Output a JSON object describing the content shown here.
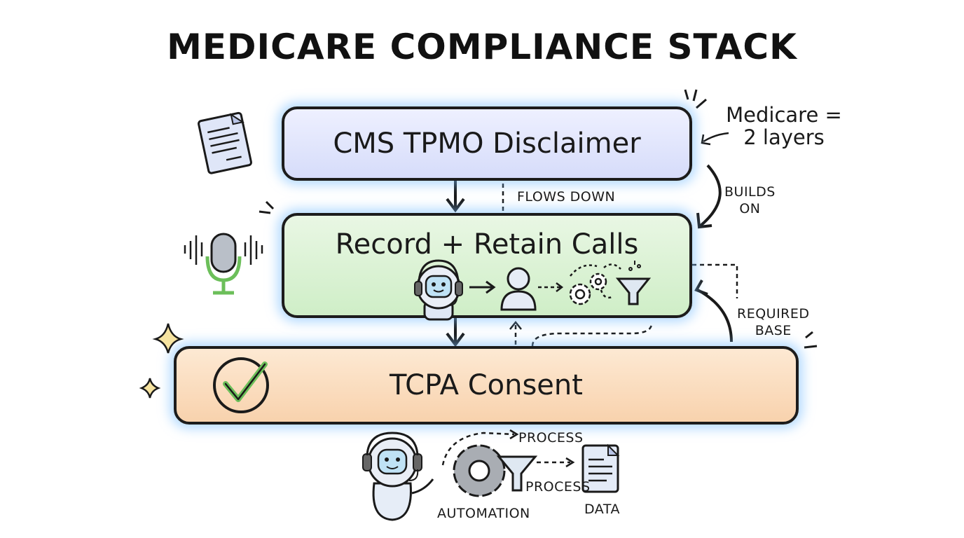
{
  "title": "MEDICARE COMPLIANCE STACK",
  "layers": {
    "top": "CMS TPMO Disclaimer",
    "middle": "Record + Retain Calls",
    "bottom": "TCPA Consent"
  },
  "annotations": {
    "note_line1": "Medicare =",
    "note_line2": "2 layers",
    "flows_down": "FLOWS DOWN",
    "builds_on_1": "BUILDS",
    "builds_on_2": "ON",
    "required_base_1": "REQUIRED",
    "required_base_2": "BASE"
  },
  "bottom_flow": {
    "process_top": "PROCESS",
    "process_mid": "PROCESS",
    "automation": "AUTOMATION",
    "data": "DATA"
  },
  "colors": {
    "top_layer": "#dfe3fb",
    "middle_layer": "#d6f0cf",
    "bottom_layer": "#fadcbd",
    "glow": "#78beff",
    "check": "#6cbf5a",
    "sparkle": "#e9c95a"
  },
  "icons": [
    "document-icon",
    "microphone-icon",
    "robot-icon",
    "person-icon",
    "gears-icon",
    "funnel-icon",
    "checkmark-icon",
    "sparkle-icon"
  ]
}
